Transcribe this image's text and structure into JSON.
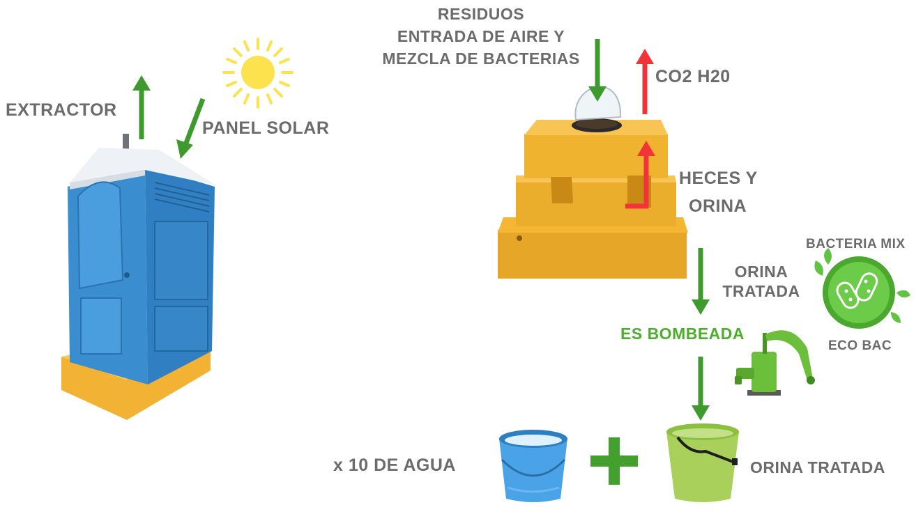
{
  "labels": {
    "extractor": "EXTRACTOR",
    "solar_panel": "PANEL SOLAR",
    "waste_line1": "RESIDUOS",
    "waste_line2": "ENTRADA DE AIRE Y",
    "waste_line3": "MEZCLA DE BACTERIAS",
    "gases": "CO2 H20",
    "feces_line1": "HECES Y",
    "feces_line2": "ORINA",
    "treated_urine_line1": "ORINA",
    "treated_urine_line2": "TRATADA",
    "pumped": "ES BOMBEADA",
    "bacteria_mix": "BACTERIA MIX",
    "eco_bac": "ECO BAC",
    "water_ratio": "x 10 DE AGUA",
    "treated_urine_bucket": "ORINA TRATADA"
  },
  "colors": {
    "label_gray": "#6b6b6b",
    "arrow_green": "#3f9a2e",
    "arrow_red": "#f2333a",
    "pumped_green": "#4caf2a",
    "sun_yellow": "#fde24f",
    "toilet_blue": "#3a8ed0",
    "base_yellow": "#f5b733",
    "bucket_blue": "#4aa3e6",
    "bucket_green": "#a8d05a",
    "badge_green": "#5cbf3e"
  },
  "icons": {
    "sun": "sun-icon",
    "portable_toilet": "portable-toilet-icon",
    "composting_unit": "composting-toilet-icon",
    "bacteria_badge": "bacteria-badge-icon",
    "hand_pump": "hand-pump-icon",
    "water_bucket": "water-bucket-icon",
    "urine_bucket": "urine-bucket-icon",
    "plus": "plus-icon"
  }
}
